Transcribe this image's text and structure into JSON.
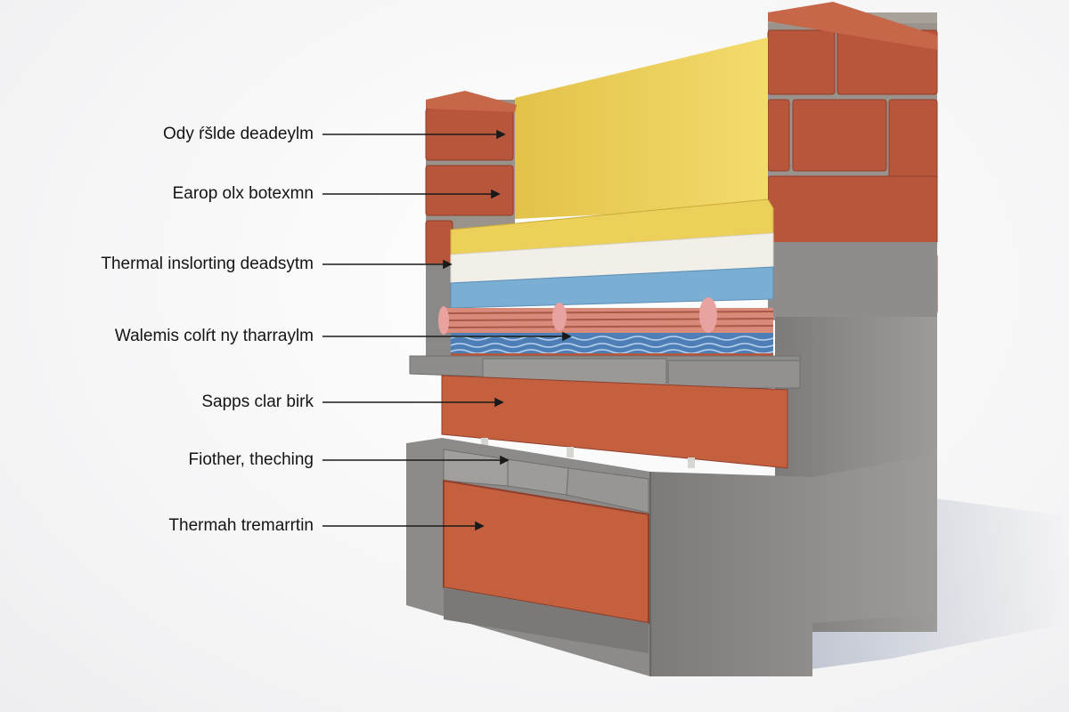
{
  "labels": [
    {
      "text": "Ody ŕšlde deadeylm"
    },
    {
      "text": "Earop olx botexmn"
    },
    {
      "text": "Thermal inslorting deadsytm"
    },
    {
      "text": "Walemis colŕt ny tharraylm"
    },
    {
      "text": "Sapps clar birk"
    },
    {
      "text": "Fiother, theching"
    },
    {
      "text": "Thermah tremarrtin"
    }
  ],
  "colors": {
    "brick": "#b8563c",
    "brick_dark": "#8f3f2c",
    "mortar": "#9a938c",
    "concrete": "#8a8987",
    "concrete_dark": "#6f6e6c",
    "render_yellow": "#ecd05a",
    "foam_white": "#f1efe8",
    "board_blue": "#7aaed3",
    "membrane_pink": "#d98a7a",
    "mesh_blue": "#4d7fb6",
    "terracotta": "#c5603f",
    "leader_line": "#1a1a1a"
  }
}
